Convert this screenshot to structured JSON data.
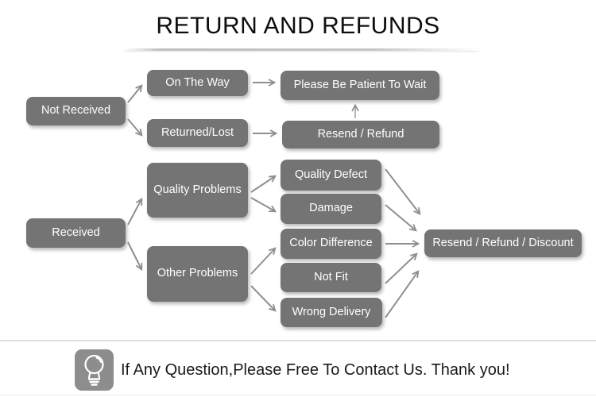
{
  "title": "RETURN AND REFUNDS",
  "colors": {
    "node_background": "#747474",
    "node_text": "#ffffff",
    "arrow": "#8f8f8f",
    "title_text": "#0d0d0d",
    "divider": "#dedede",
    "footer_icon_background": "#8d8d8d"
  },
  "flowchart": {
    "nodes": {
      "not_received": "Not Received",
      "on_the_way": "On The Way",
      "returned_lost": "Returned/Lost",
      "please_wait": "Please Be Patient To Wait",
      "resend_refund": "Resend / Refund",
      "received": "Received",
      "quality_problems": "Quality Problems",
      "other_problems": "Other Problems",
      "quality_defect": "Quality Defect",
      "damage": "Damage",
      "color_difference": "Color Difference",
      "not_fit": "Not Fit",
      "wrong_delivery": "Wrong Delivery",
      "resend_refund_discount": "Resend / Refund / Discount"
    },
    "edges": [
      {
        "from": "not_received",
        "to": "on_the_way"
      },
      {
        "from": "not_received",
        "to": "returned_lost"
      },
      {
        "from": "on_the_way",
        "to": "please_wait"
      },
      {
        "from": "returned_lost",
        "to": "resend_refund"
      },
      {
        "from": "resend_refund",
        "to": "please_wait"
      },
      {
        "from": "received",
        "to": "quality_problems"
      },
      {
        "from": "received",
        "to": "other_problems"
      },
      {
        "from": "quality_problems",
        "to": "quality_defect"
      },
      {
        "from": "quality_problems",
        "to": "damage"
      },
      {
        "from": "other_problems",
        "to": "color_difference"
      },
      {
        "from": "other_problems",
        "to": "wrong_delivery"
      },
      {
        "from": "quality_defect",
        "to": "resend_refund_discount"
      },
      {
        "from": "damage",
        "to": "resend_refund_discount"
      },
      {
        "from": "color_difference",
        "to": "resend_refund_discount"
      },
      {
        "from": "not_fit",
        "to": "resend_refund_discount"
      },
      {
        "from": "wrong_delivery",
        "to": "resend_refund_discount"
      }
    ]
  },
  "footer": {
    "icon": "lightbulb-icon",
    "message": "If Any Question,Please Free To Contact Us. Thank you!"
  }
}
